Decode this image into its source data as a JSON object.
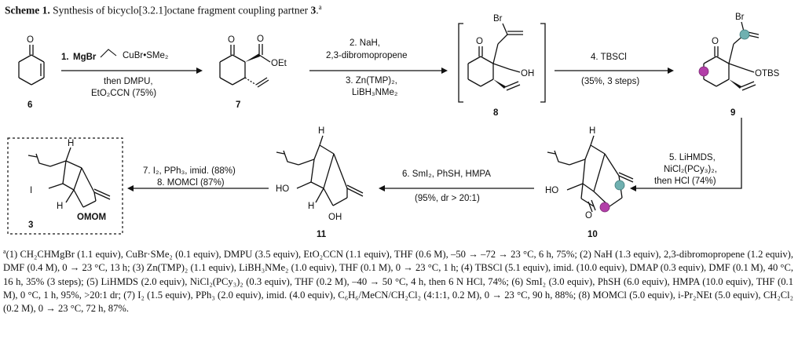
{
  "scheme": {
    "label": "Scheme 1.",
    "title": "Synthesis of bicyclo[3.2.1]octane fragment coupling partner",
    "target_number": "3",
    "mark": "a"
  },
  "compounds": {
    "c6": "6",
    "c7": "7",
    "c8": "8",
    "c9": "9",
    "c10": "10",
    "c11": "11",
    "c3": "3"
  },
  "atoms": {
    "o": "O",
    "oet": "OEt",
    "oh": "OH",
    "br": "Br",
    "otbs": "OTBS",
    "ho": "HO",
    "h": "H",
    "i": "I",
    "omom": "OMOM"
  },
  "steps": {
    "s1_num": "1.",
    "s1_a": "MgBr",
    "s1_b": "CuBr•SMe₂",
    "s1_c": "then DMPU,",
    "s1_d": "EtO₂CCN (75%)",
    "s2_line1": "2. NaH,",
    "s2_line2": "2,3-dibromopropene",
    "s3_line1": "3. Zn(TMP)₂,",
    "s3_line2": "LiBH₃NMe₂",
    "s4_line1": "4. TBSCl",
    "s4_line2": "(35%, 3 steps)",
    "s5_line1": "5. LiHMDS,",
    "s5_line2": "NiCl₂(PCy₃)₂,",
    "s5_line3": "then HCl (74%)",
    "s6_line1": "6. SmI₂, PhSH, HMPA",
    "s6_line2": "(95%, dr > 20:1)",
    "s7_line1": "7. I₂, PPh₃, imid. (88%)",
    "s7_line2": "8. MOMCl (87%)"
  },
  "colors": {
    "pink_atom": "#b23fa8",
    "teal_atom": "#6fb0b0"
  },
  "footnote": {
    "mark": "a",
    "text": "(1) CH₂CHMgBr (1.1 equiv), CuBr·SMe₂ (0.1 equiv), DMPU (3.5 equiv), EtO₂CCN (1.1 equiv), THF (0.6 M), –50 → –72 → 23 °C, 6 h, 75%; (2) NaH (1.3 equiv), 2,3-dibromopropene (1.2 equiv), DMF (0.4 M), 0 → 23 °C, 13 h; (3) Zn(TMP)₂ (1.1 equiv), LiBH₃NMe₂ (1.0 equiv), THF (0.1 M), 0 → 23 °C, 1 h; (4) TBSCl (5.1 equiv), imid. (10.0 equiv), DMAP (0.3 equiv), DMF (0.1 M), 40 °C, 16 h, 35% (3 steps); (5) LiHMDS (2.0 equiv), NiCl₂(PCy₃)₂ (0.3 equiv), THF (0.2 M), –40 → 50 °C, 4 h, then 6 N HCl, 74%; (6) SmI₂ (3.0 equiv), PhSH (6.0 equiv), HMPA (10.0 equiv), THF (0.1 M), 0 °C, 1 h, 95%, >20:1 dr; (7) I₂ (1.5 equiv), PPh₃ (2.0 equiv), imid. (4.0 equiv), C₆H₆/MeCN/CH₂Cl₂ (4:1:1, 0.2 M), 0 → 23 °C, 90 h, 88%; (8) MOMCl (5.0 equiv), i-Pr₂NEt (5.0 equiv), CH₂Cl₂ (0.2 M), 0 → 23 °C, 72 h, 87%."
  }
}
